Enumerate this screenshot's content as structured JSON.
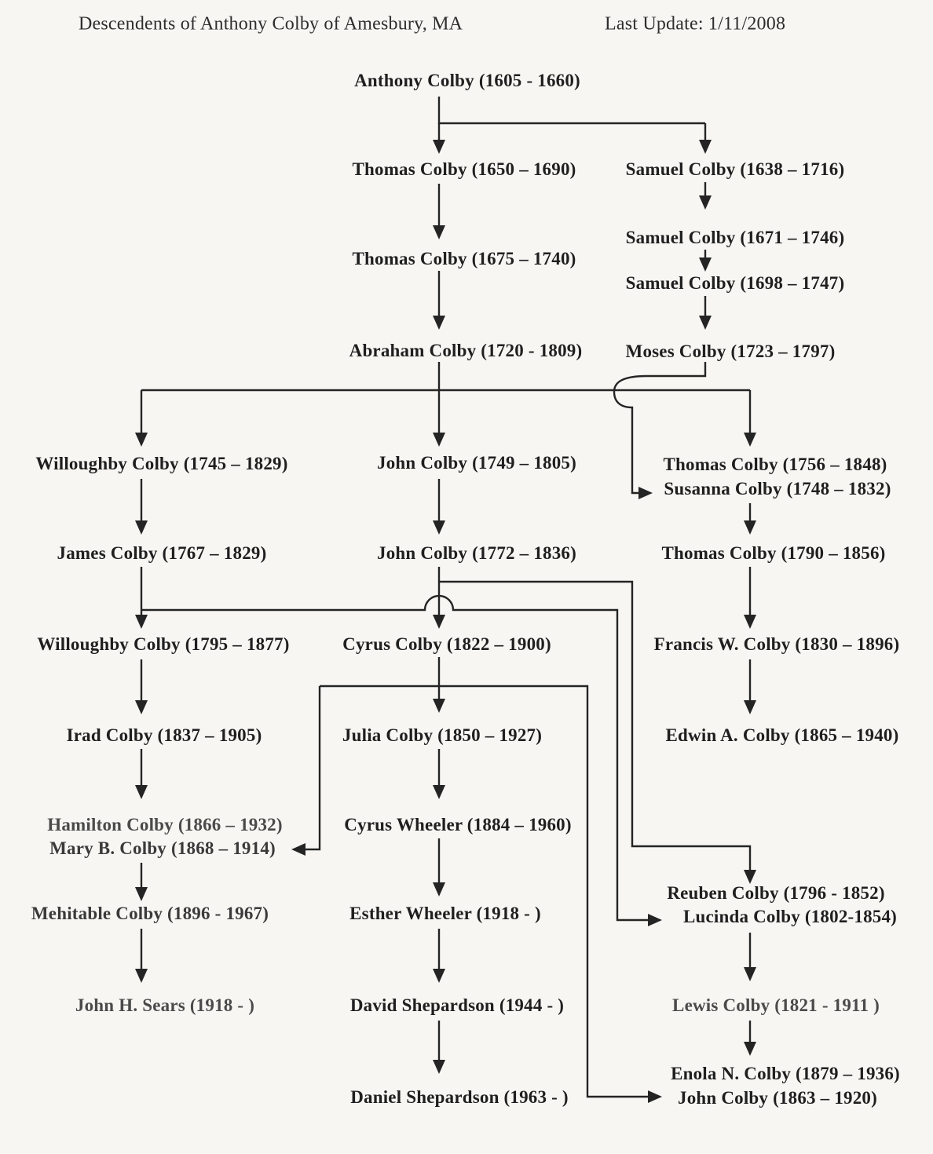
{
  "header": {
    "title": "Descendents of Anthony Colby of Amesbury, MA",
    "last_update": "Last Update: 1/11/2008"
  },
  "nodes": {
    "anthony_1605": "Anthony Colby (1605 - 1660)",
    "thomas_1650": "Thomas Colby (1650 – 1690)",
    "samuel_1638": "Samuel Colby (1638 – 1716)",
    "samuel_1671": "Samuel Colby (1671 – 1746)",
    "thomas_1675": "Thomas Colby (1675 – 1740)",
    "samuel_1698": "Samuel Colby (1698 – 1747)",
    "abraham_1720": "Abraham Colby (1720 - 1809)",
    "moses_1723": "Moses Colby (1723 – 1797)",
    "willoughby_1745": "Willoughby Colby (1745 – 1829)",
    "john_1749": "John Colby (1749 – 1805)",
    "thomas_1756": "Thomas Colby (1756 – 1848)",
    "susanna_1748": "Susanna Colby (1748 – 1832)",
    "james_1767": "James Colby (1767 – 1829)",
    "john_1772": "John Colby (1772 – 1836)",
    "thomas_1790": "Thomas Colby (1790 – 1856)",
    "willoughby_1795": "Willoughby Colby (1795 – 1877)",
    "cyrus_1822": "Cyrus Colby (1822 – 1900)",
    "francis_1830": "Francis W. Colby (1830 – 1896)",
    "irad_1837": "Irad Colby (1837 – 1905)",
    "julia_1850": "Julia Colby (1850 – 1927)",
    "edwin_1865": "Edwin A. Colby (1865 – 1940)",
    "hamilton_1866": "Hamilton Colby (1866 – 1932)",
    "mary_b_1868": "Mary B. Colby (1868 – 1914)",
    "cyrus_wheeler_1884": "Cyrus Wheeler (1884 – 1960)",
    "reuben_1796": "Reuben Colby (1796 - 1852)",
    "lucinda_1802": "Lucinda Colby (1802-1854)",
    "mehitable_1896": "Mehitable Colby (1896 - 1967)",
    "esther_1918": "Esther Wheeler (1918 - )",
    "john_sears_1918": "John H. Sears (1918 -    )",
    "david_1944": "David Shepardson (1944 - )",
    "lewis_1821": "Lewis Colby (1821 - 1911 )",
    "enola_1879": "Enola N. Colby (1879 – 1936)",
    "john_1863": "John Colby (1863 – 1920)",
    "daniel_1963": "Daniel Shepardson (1963 - )"
  },
  "colors": {
    "ink": "#1f1f1f",
    "line": "#242424",
    "paper": "#f7f6f3"
  }
}
